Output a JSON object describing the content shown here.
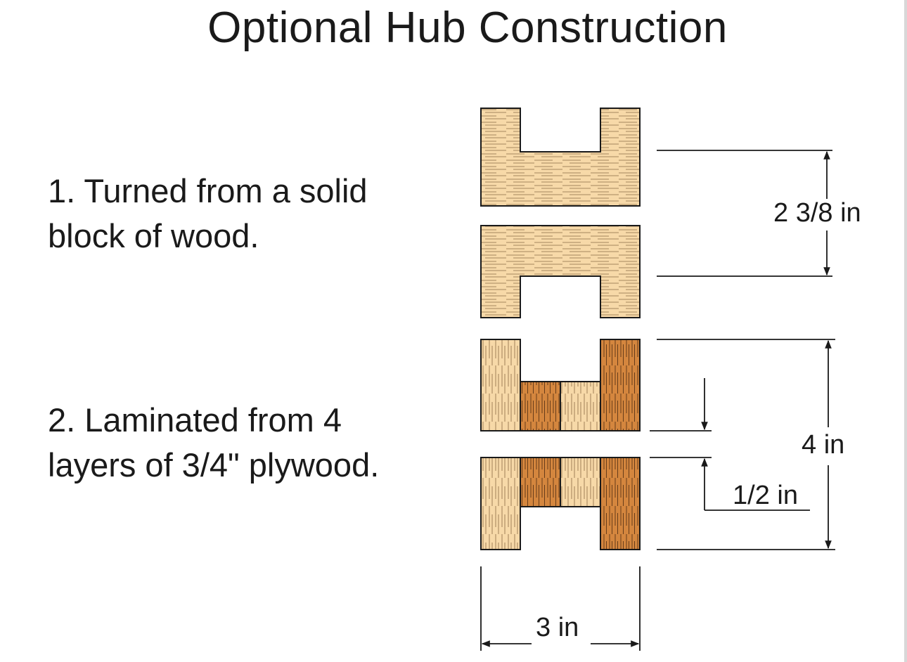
{
  "title": "Optional Hub Construction",
  "methods": [
    {
      "lines": [
        "1. Turned from a solid",
        "block of wood."
      ]
    },
    {
      "lines": [
        "2. Laminated from 4",
        "layers of 3/4\" plywood."
      ]
    }
  ],
  "dimensions": {
    "solid_hub_height": "2 3/8 in",
    "laminated_hub_height": "4 in",
    "center_hole": "1/2 in",
    "hub_width": "3 in"
  },
  "colors": {
    "light_wood": "#f7d9a8",
    "dark_wood": "#d4863e",
    "line": "#1a1a1a"
  }
}
